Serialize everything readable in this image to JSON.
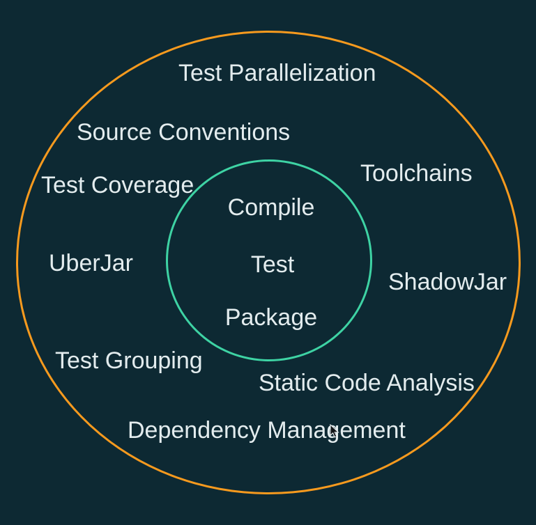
{
  "colors": {
    "background": "#0d2933",
    "outer_ring": "#f79a1e",
    "inner_ring": "#3ed3a4",
    "text": "#e3ecee"
  },
  "outer_ring": {
    "labels": [
      "Test Parallelization",
      "Source Conventions",
      "Test Coverage",
      "Toolchains",
      "UberJar",
      "ShadowJar",
      "Test Grouping",
      "Static Code Analysis",
      "Dependency Management"
    ]
  },
  "inner_circle": {
    "labels": [
      "Compile",
      "Test",
      "Package"
    ]
  },
  "cursor": {
    "type": "arrow"
  }
}
